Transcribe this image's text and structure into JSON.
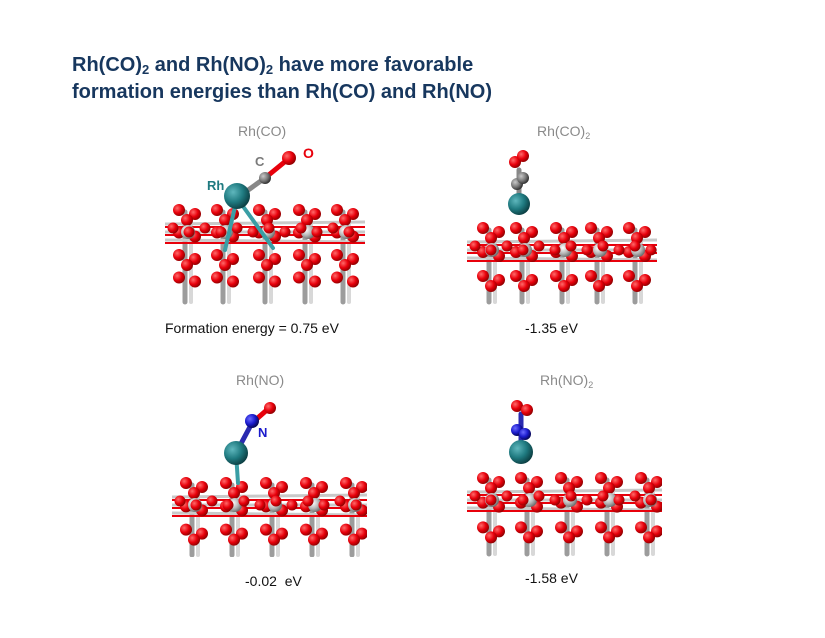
{
  "title": {
    "line1_a": "Rh(CO)",
    "line1_sub1": "2",
    "line1_b": " and Rh(NO)",
    "line1_sub2": "2",
    "line1_c": " have more favorable",
    "line2": "formation energies than Rh(CO) and Rh(NO)"
  },
  "panels": {
    "rhco": {
      "label": "Rh(CO)",
      "energy": "Formation energy = 0.75 eV",
      "atom_labels": {
        "rh": "Rh",
        "c": "C",
        "o": "O"
      }
    },
    "rhco2": {
      "label_main": "Rh(CO)",
      "label_sub": "2",
      "energy": "-1.35 eV"
    },
    "rhno": {
      "label": "Rh(NO)",
      "energy": "-0.02  eV",
      "atom_labels": {
        "n": "N"
      }
    },
    "rhno2": {
      "label_main": "Rh(NO)",
      "label_sub": "2",
      "energy": "-1.58 eV"
    }
  },
  "colors": {
    "title": "#17375e",
    "label_gray": "#8a8a8a",
    "oxygen": "#e8000b",
    "metal_gray": "#b9b9b9",
    "rhodium": "#1f7a80",
    "nitrogen": "#1a1acc",
    "carbon": "#7a7a7a"
  }
}
